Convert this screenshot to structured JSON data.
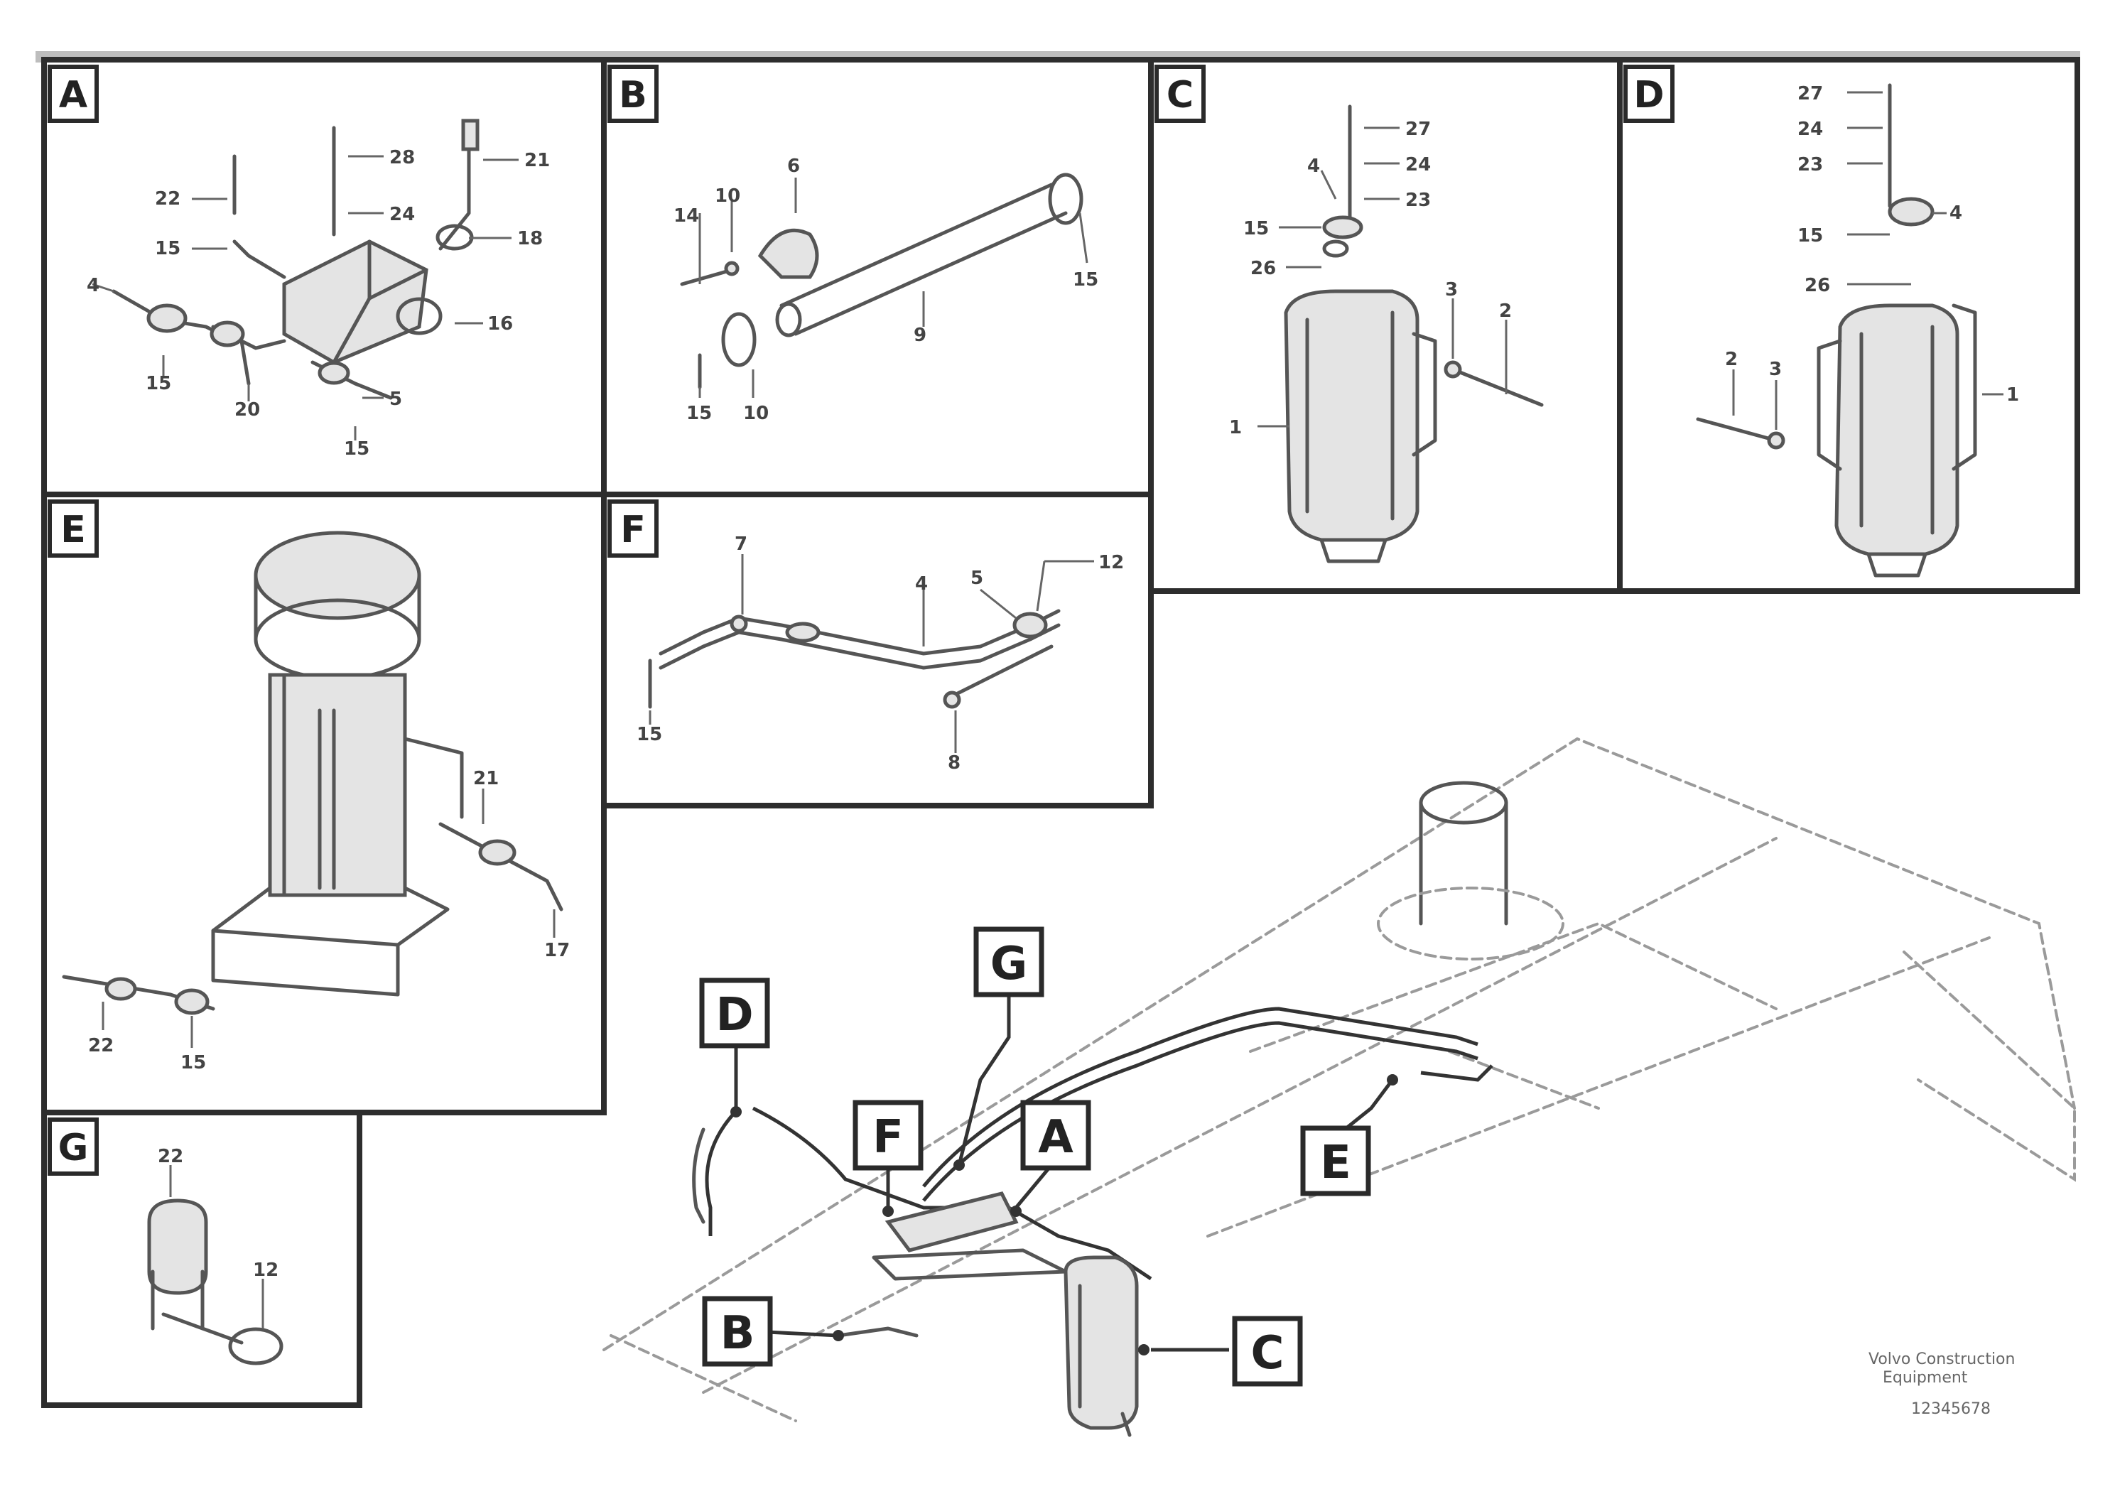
{
  "panels": {
    "A": {
      "tag": "A",
      "labels": [
        "28",
        "21",
        "22",
        "24",
        "15",
        "18",
        "4",
        "16",
        "15",
        "20",
        "5",
        "15"
      ]
    },
    "B": {
      "tag": "B",
      "labels": [
        "6",
        "10",
        "14",
        "15",
        "9",
        "15",
        "10"
      ]
    },
    "C": {
      "tag": "C",
      "labels": [
        "27",
        "24",
        "23",
        "4",
        "15",
        "26",
        "3",
        "2",
        "1"
      ]
    },
    "D": {
      "tag": "D",
      "labels": [
        "27",
        "24",
        "23",
        "4",
        "15",
        "26",
        "2",
        "3",
        "1"
      ]
    },
    "E": {
      "tag": "E",
      "labels": [
        "21",
        "17",
        "22",
        "15"
      ]
    },
    "F": {
      "tag": "F",
      "labels": [
        "7",
        "4",
        "5",
        "12",
        "15",
        "8"
      ]
    },
    "G": {
      "tag": "G",
      "labels": [
        "22",
        "12"
      ]
    }
  },
  "overview": {
    "callouts": [
      "D",
      "G",
      "F",
      "A",
      "E",
      "B",
      "C"
    ]
  },
  "footer": {
    "line1": "Volvo Construction",
    "line2": "Equipment",
    "code": "12345678"
  }
}
